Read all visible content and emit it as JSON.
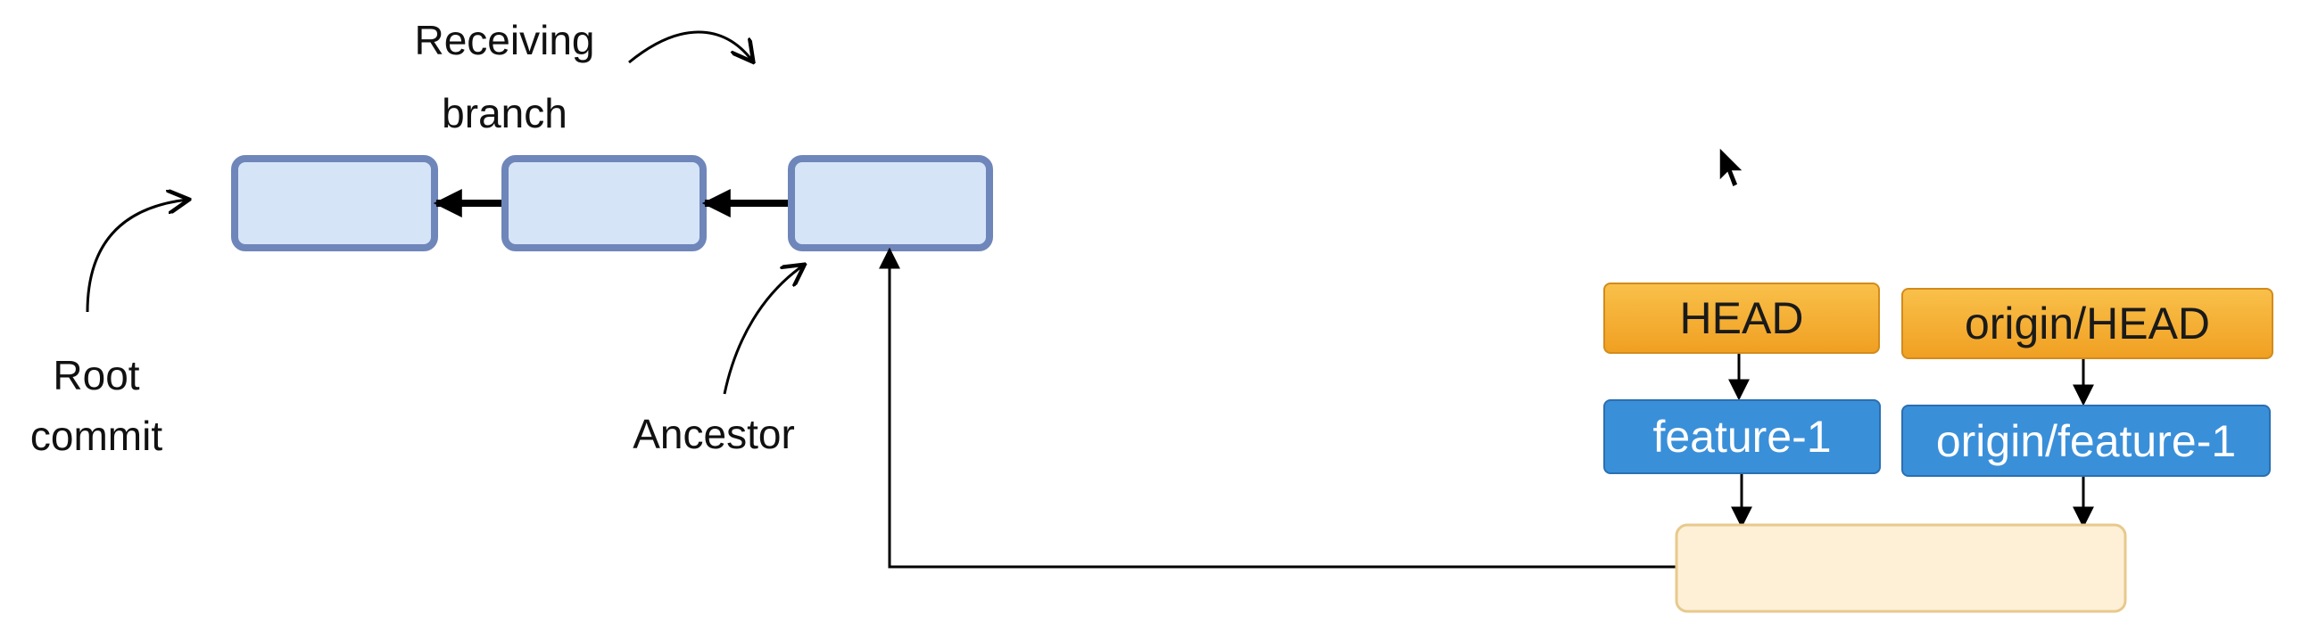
{
  "labels": {
    "receiving_branch": "Receiving branch",
    "root_commit": "Root commit",
    "ancestor": "Ancestor"
  },
  "refs": {
    "head": "HEAD",
    "origin_head": "origin/HEAD",
    "feature": "feature-1",
    "origin_feature": "origin/feature-1"
  },
  "colors": {
    "commit_fill": "#d6e4f8",
    "commit_border": "#6f86ba",
    "ref_orange": "#f5b035",
    "ref_blue": "#3a8fd9",
    "new_commit_fill": "#fdf0d7",
    "new_commit_border": "#e8c98c"
  }
}
